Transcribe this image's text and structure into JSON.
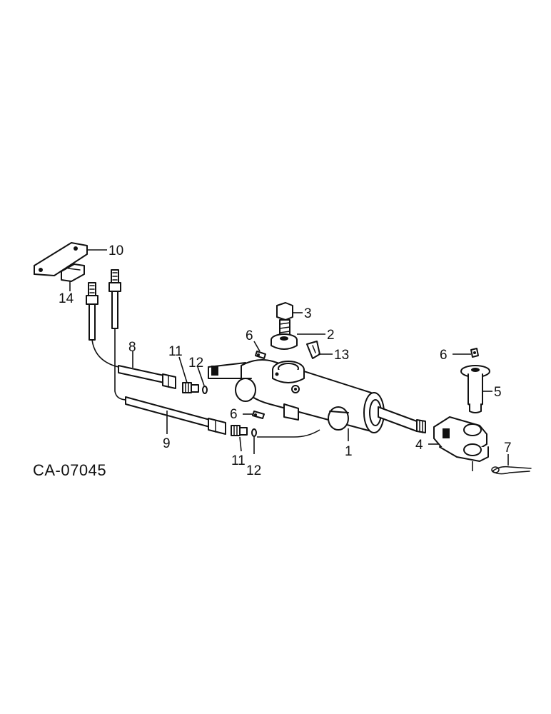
{
  "figure_code": "CA-07045",
  "part_labels": {
    "p1": "1",
    "p2": "2",
    "p3": "3",
    "p4": "4",
    "p5": "5",
    "p6a": "6",
    "p6b": "6",
    "p6c": "6",
    "p7": "7",
    "p8": "8",
    "p9": "9",
    "p10": "10",
    "p11a": "11",
    "p11b": "11",
    "p12a": "12",
    "p12b": "12",
    "p13": "13",
    "p14": "14"
  },
  "colors": {
    "ink": "#111111",
    "background": "#ffffff"
  }
}
